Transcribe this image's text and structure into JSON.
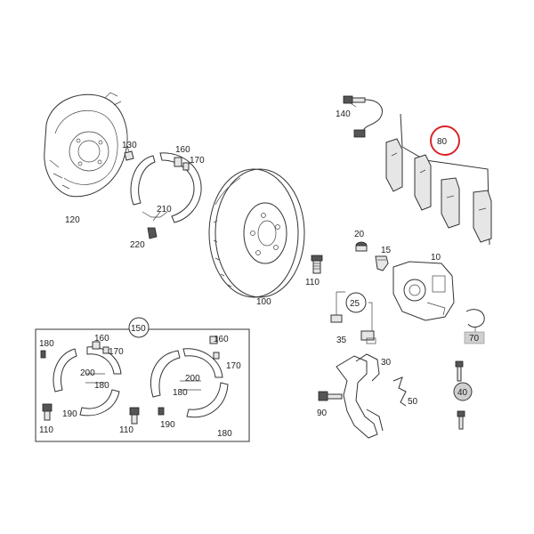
{
  "labels": {
    "l10": "10",
    "l15": "15",
    "l20": "20",
    "l25": "25",
    "l30": "30",
    "l35": "35",
    "l40": "40",
    "l50": "50",
    "l70": "70",
    "l80": "80",
    "l90": "90",
    "l100": "100",
    "l110a": "110",
    "l110b": "110",
    "l110c": "110",
    "l120": "120",
    "l130": "130",
    "l140": "140",
    "l150": "150",
    "l160a": "160",
    "l160b": "160",
    "l160c": "160",
    "l170a": "170",
    "l170b": "170",
    "l170c": "170",
    "l180a": "180",
    "l180b": "180",
    "l180c": "180",
    "l180d": "180",
    "l190a": "190",
    "l190b": "190",
    "l200a": "200",
    "l200b": "200",
    "l210": "210",
    "l220": "220"
  },
  "colors": {
    "highlight": "#d9252b",
    "shaded_label": "#d0d0d0",
    "line": "#333333"
  }
}
